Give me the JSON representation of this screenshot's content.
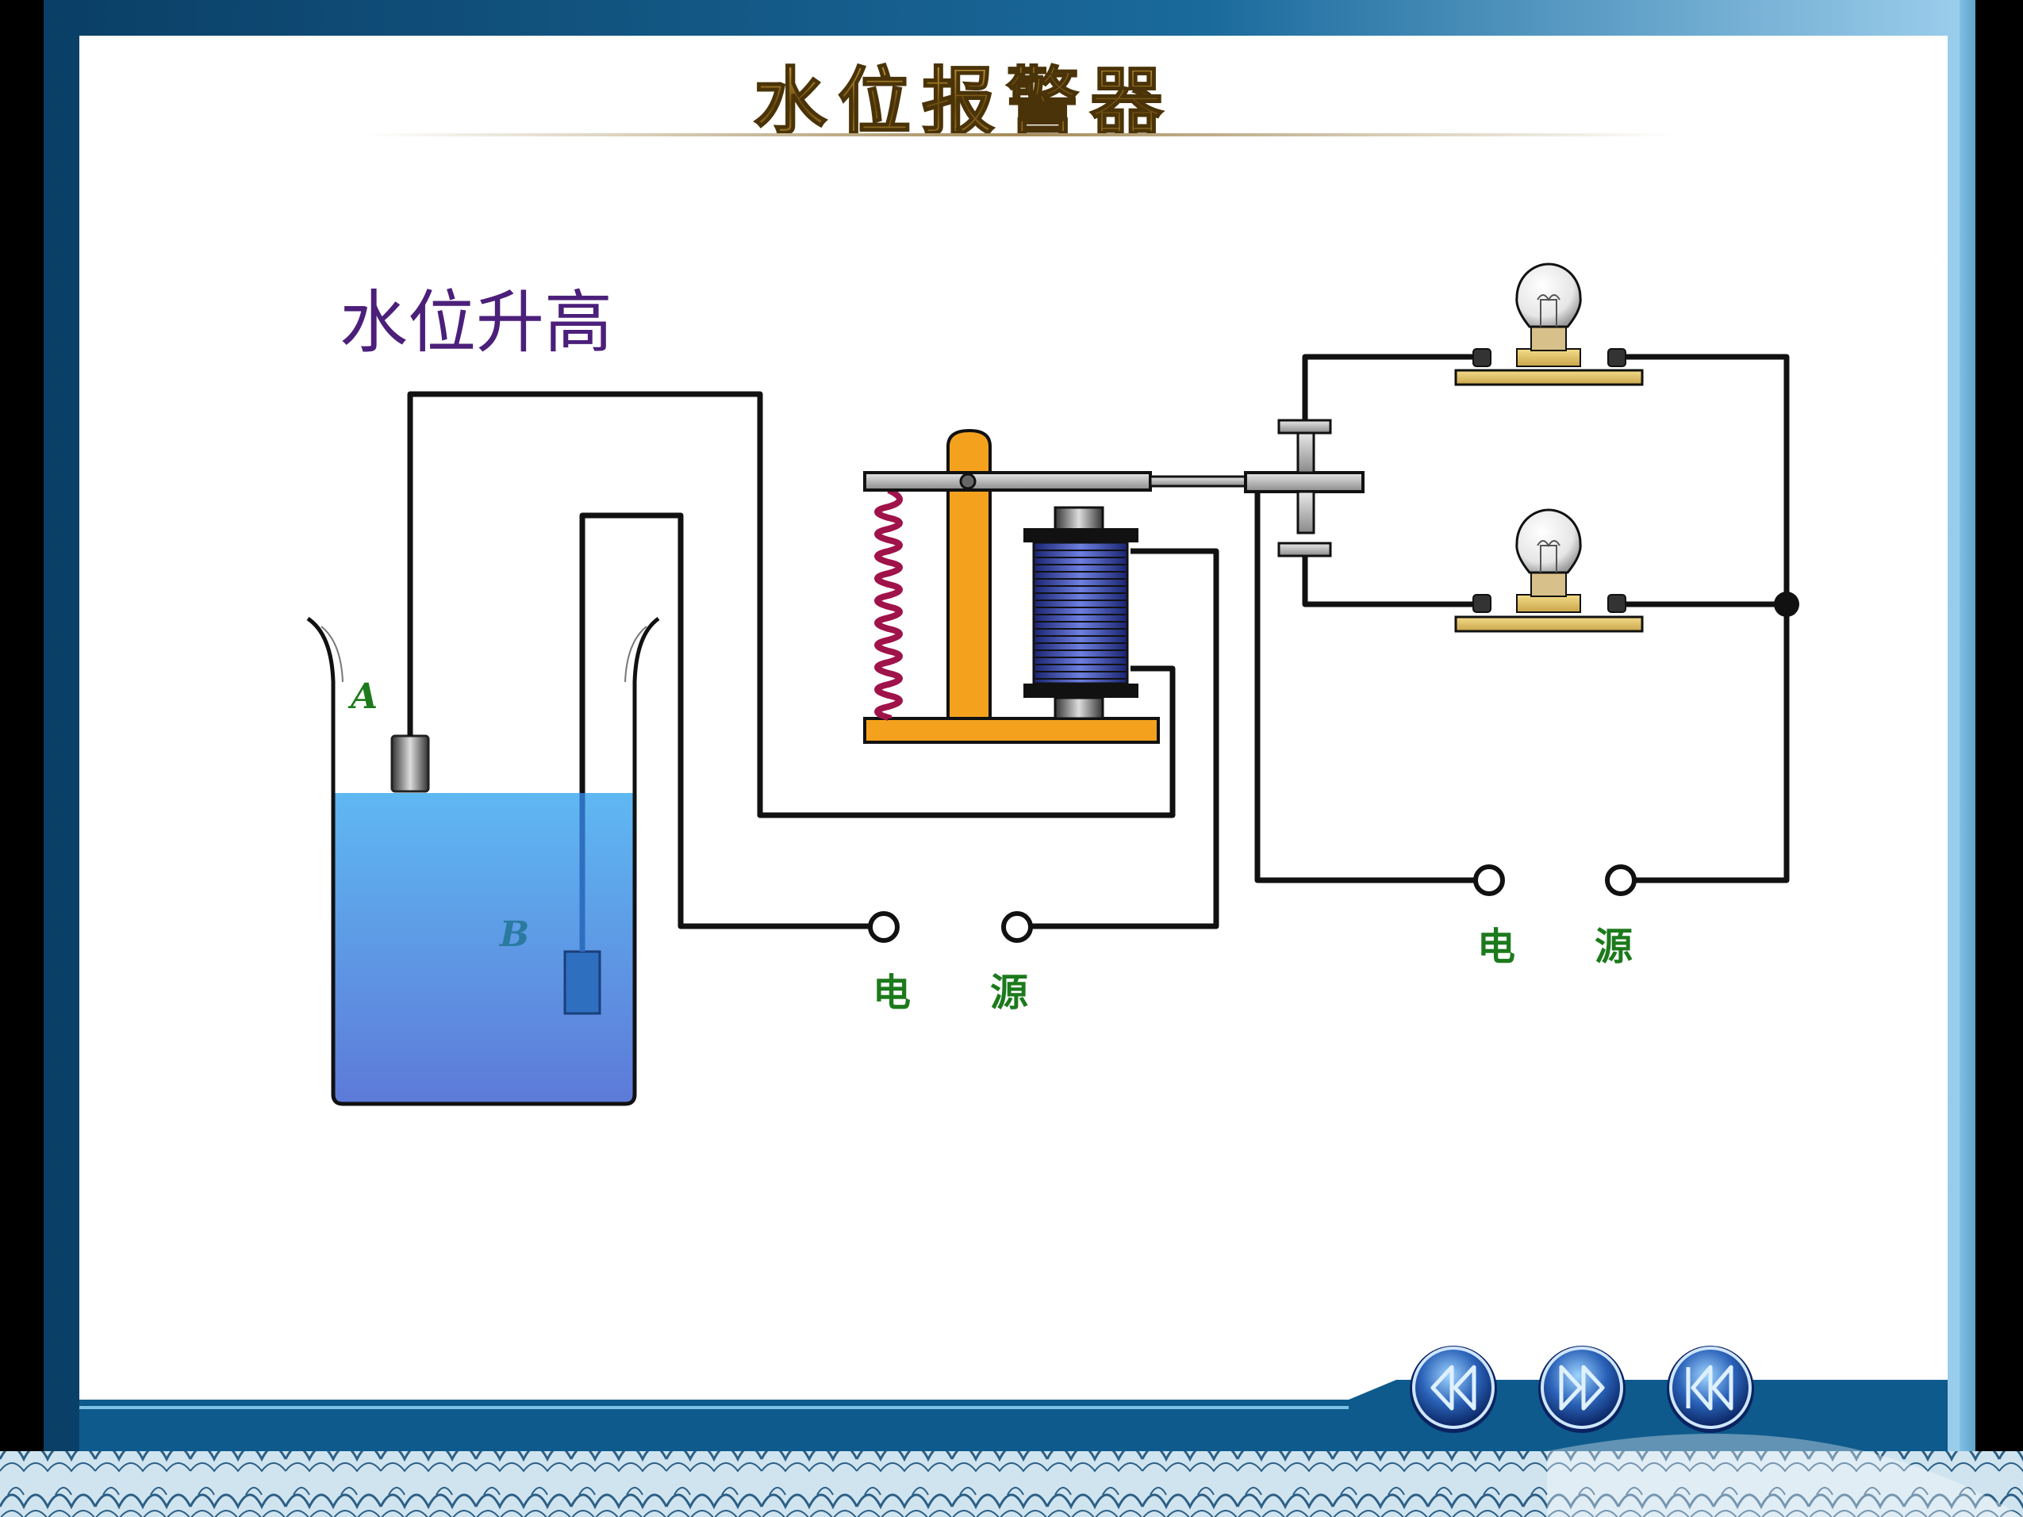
{
  "slide": {
    "title": "水位报警器",
    "status_text": "水位升高"
  },
  "labels": {
    "electrode_a": "A",
    "electrode_b": "B",
    "power_left": [
      "电",
      "源"
    ],
    "power_right": [
      "电",
      "源"
    ]
  },
  "nav": {
    "buttons": [
      {
        "name": "previous-button",
        "icon": "rewind-icon"
      },
      {
        "name": "next-button",
        "icon": "fast-forward-icon"
      },
      {
        "name": "first-slide-button",
        "icon": "skip-to-start-icon"
      }
    ]
  },
  "colors": {
    "frame_blue": "#0d4f7a",
    "slide_bg": "#ffffff",
    "title_gold": "#7a5a12",
    "status_purple": "#4b1f7a",
    "label_green": "#1c7a1c",
    "label_b": "#2a7aa0",
    "water_top": "#5fb8f2",
    "water_bottom": "#5d7ad8",
    "relay_orange": "#f4a21e",
    "spring_red": "#a0124a",
    "coil_blue": "#2a3a9a",
    "wire": "#111111"
  }
}
